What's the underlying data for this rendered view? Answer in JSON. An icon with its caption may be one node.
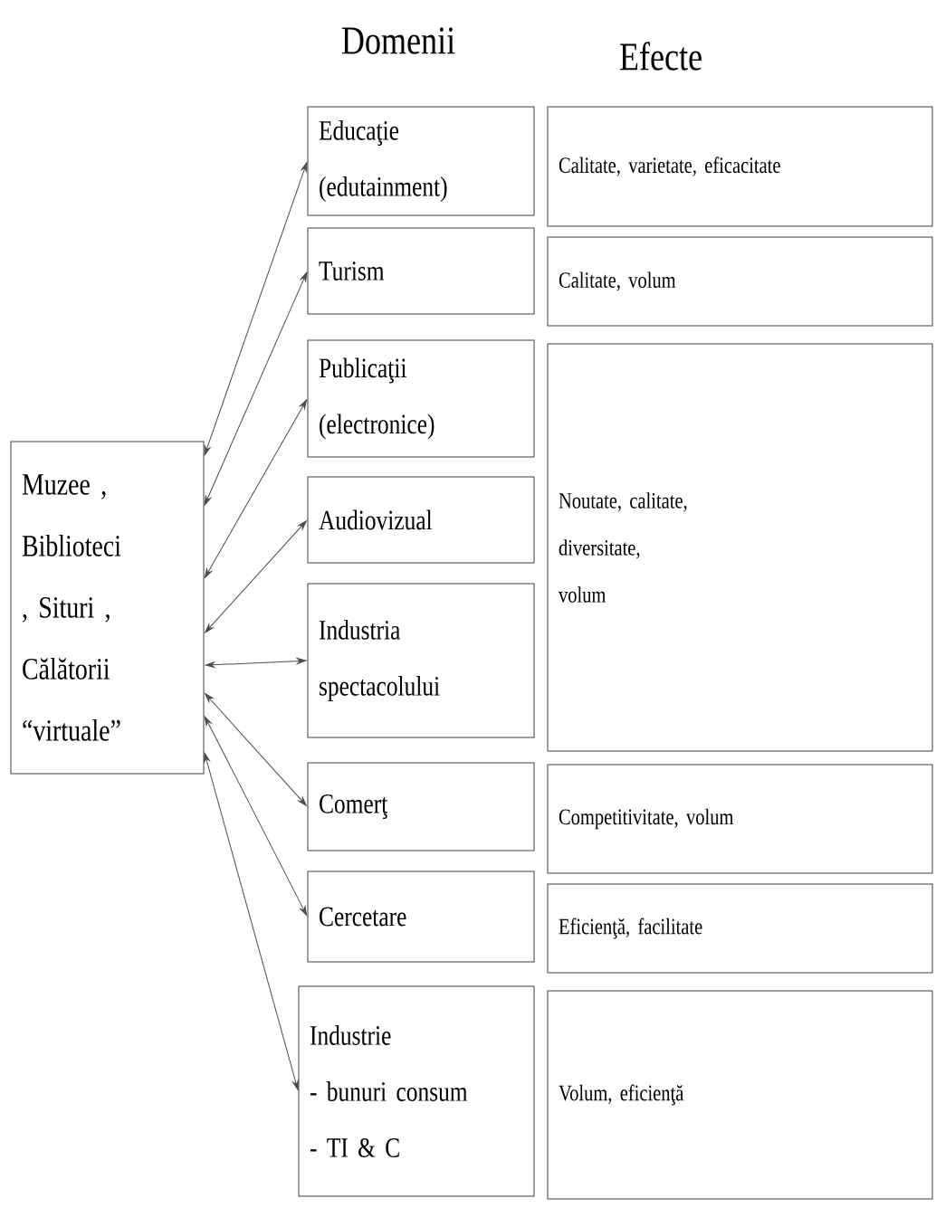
{
  "diagram": {
    "nodes": [
      {
        "text": [
          "Muzee , Biblioteci , Situri , Călătorii “virtuale”"
        ]
      },
      {
        "text": [
          "Educaţie (edutainment)"
        ]
      },
      {
        "text": [
          "Turism"
        ]
      },
      {
        "text": [
          "Publicaţii (electronice)"
        ]
      },
      {
        "text": [
          "Audiovizual"
        ]
      },
      {
        "text": [
          "Industria spectacolului"
        ]
      },
      {
        "text": [
          "Comerţ"
        ]
      },
      {
        "text": [
          "Cercetare"
        ]
      },
      {
        "text": [
          "Industrie",
          "- bunuri consum",
          "- TI & C"
        ]
      },
      {
        "text": [
          "Calitate, varietate, eficacitate"
        ]
      },
      {
        "text": [
          "Calitate, volum"
        ]
      },
      {
        "text": [
          "Noutate, calitate, diversitate, volum"
        ]
      },
      {
        "text": [
          "Competitivitate, volum"
        ]
      },
      {
        "text": [
          "Eficienţă, facilitate"
        ]
      },
      {
        "text": [
          "Volum, eficienţă"
        ]
      }
    ],
    "edges": [
      {
        "from": 0,
        "to": 1,
        "arrow": "both"
      },
      {
        "from": 0,
        "to": 2,
        "arrow": "both"
      },
      {
        "from": 0,
        "to": 3,
        "arrow": "both"
      },
      {
        "from": 0,
        "to": 4,
        "arrow": "both"
      },
      {
        "from": 0,
        "to": 5,
        "arrow": "both"
      },
      {
        "from": 0,
        "to": 6,
        "arrow": "both"
      },
      {
        "from": 0,
        "to": 7,
        "arrow": "both"
      },
      {
        "from": 0,
        "to": 8,
        "arrow": "both"
      }
    ],
    "labels": [
      "Domenii",
      "Efecte"
    ]
  }
}
